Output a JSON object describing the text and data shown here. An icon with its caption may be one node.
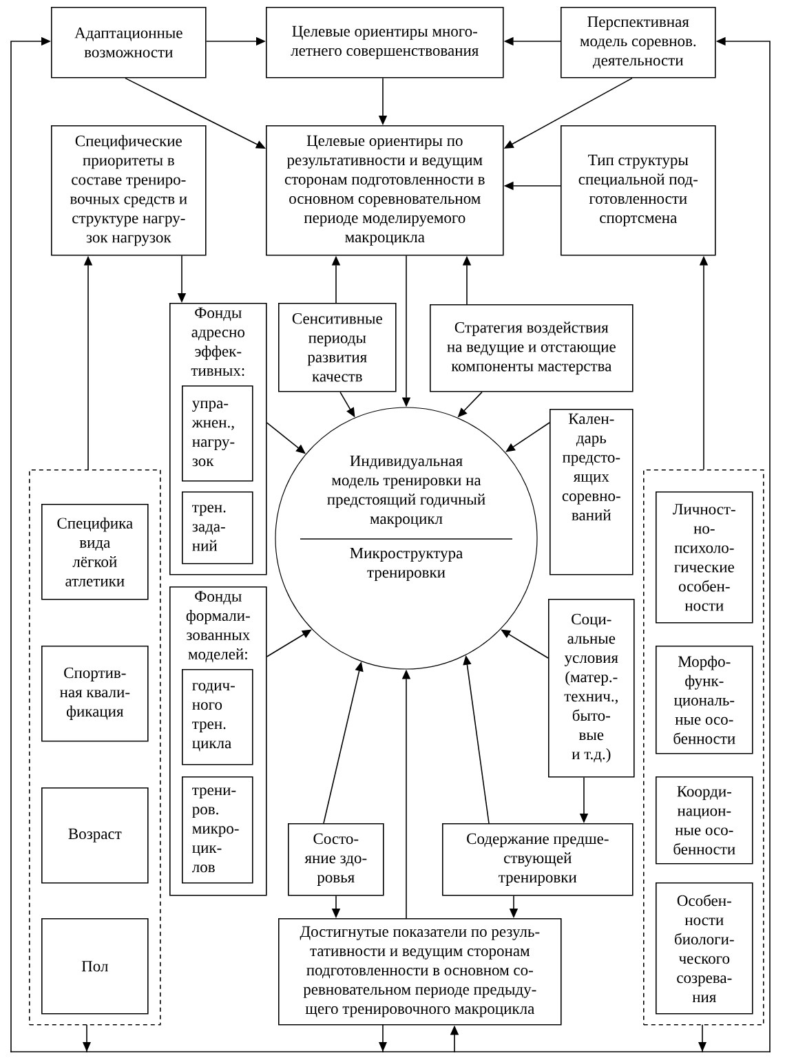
{
  "diagram": {
    "nodes": [
      {
        "text": [
          "Адаптационные возможности"
        ]
      },
      {
        "text": [
          "Целевые ориентиры много- летнего совершенствования"
        ]
      },
      {
        "text": [
          "Перспективная модель соревнов. деятельности"
        ]
      },
      {
        "text": [
          "Специфические приоритеты в составе трениро- вочных средств и структуре нагру- зок нагрузок"
        ]
      },
      {
        "text": [
          "Целевые ориентиры по результативности и ведущим сторонам подготовленности в основном соревновательном периоде моделируемого макроцикла"
        ]
      },
      {
        "text": [
          "Тип структуры специальной под- готовленности спортсмена"
        ]
      },
      {
        "text": [
          "Фонды адресно эффек- тивных:"
        ]
      },
      {
        "text": [
          "упра- жнен., нагру- зок"
        ],
        "in": 6
      },
      {
        "text": [
          "трен. зада- ний"
        ],
        "in": 6
      },
      {
        "text": [
          "Сенситивные периоды развития качеств"
        ]
      },
      {
        "text": [
          "Стратегия воздействия на ведущие и отстающие компоненты мастерства"
        ]
      },
      {
        "text": [
          "Индивидуальная модель тренировки на предстоящий годичный макроцикл",
          "Микроструктура тренировки"
        ]
      },
      {
        "text": [
          "Кален- дарь предсто- ящих соревно- ваний"
        ]
      },
      {
        "text": [],
        "shape": "box"
      },
      {
        "text": [
          "Специфика вида лёгкой атлетики"
        ],
        "in": 13
      },
      {
        "text": [
          "Спортив- ная квали- фикация"
        ],
        "in": 13
      },
      {
        "text": [
          "Возраст"
        ],
        "in": 13
      },
      {
        "text": [
          "Пол"
        ],
        "in": 13
      },
      {
        "text": [],
        "shape": "box"
      },
      {
        "text": [
          "Личност- но- психоло- гические особен- ности"
        ],
        "in": 18
      },
      {
        "text": [
          "Морфо- функ- циональ- ные осо- бенности"
        ],
        "in": 18
      },
      {
        "text": [
          "Коорди- национ- ные осо- бенности"
        ],
        "in": 18
      },
      {
        "text": [
          "Особен- ности биологи- ческого созрева- ния"
        ],
        "in": 18
      },
      {
        "text": [
          "Фонды формали- зованных моделей:"
        ]
      },
      {
        "text": [
          "годич- ного трен. цикла"
        ],
        "in": 23
      },
      {
        "text": [
          "трени- ров. микро- цик- лов"
        ],
        "in": 23
      },
      {
        "text": [
          "Соци- альные условия (матер.- технич., быто- вые и т.д.)"
        ]
      },
      {
        "text": [
          "Состо- яние здо- ровья"
        ]
      },
      {
        "text": [
          "Содержание предше- ствующей тренировки"
        ]
      },
      {
        "text": [
          "Достигнутые показатели по резуль- тативности и ведущим сторонам подготовленности в основном со- ревновательном периоде предыду- щего тренировочного макроцикла"
        ]
      }
    ],
    "edges": [
      {
        "from": 0,
        "to": 1,
        "arrow": "to"
      },
      {
        "from": 2,
        "to": 1,
        "arrow": "to"
      },
      {
        "from": 1,
        "to": 4,
        "arrow": "to"
      },
      {
        "from": 0,
        "to": 4,
        "arrow": "to"
      },
      {
        "from": 2,
        "to": 4,
        "arrow": "to"
      },
      {
        "from": 5,
        "to": 4,
        "arrow": "to"
      },
      {
        "from": 13,
        "to": 3,
        "arrow": "to"
      },
      {
        "from": 3,
        "to": 6,
        "arrow": "to"
      },
      {
        "from": 9,
        "to": 4,
        "arrow": "to"
      },
      {
        "from": 4,
        "to": 11,
        "arrow": "to"
      },
      {
        "from": 10,
        "to": 4,
        "arrow": "to"
      },
      {
        "from": 18,
        "to": 5,
        "arrow": "to"
      },
      {
        "from": 9,
        "to": 11,
        "arrow": "to"
      },
      {
        "from": 10,
        "to": 11,
        "arrow": "to"
      },
      {
        "from": 12,
        "to": 11,
        "arrow": "to"
      },
      {
        "from": 6,
        "to": 11,
        "arrow": "to"
      },
      {
        "from": 23,
        "to": 11,
        "arrow": "to"
      },
      {
        "from": 26,
        "to": 11,
        "arrow": "to"
      },
      {
        "from": 26,
        "to": 28,
        "arrow": "to"
      },
      {
        "from": 27,
        "to": 11,
        "arrow": "to"
      },
      {
        "from": 28,
        "to": 11,
        "arrow": "to"
      },
      {
        "from": 27,
        "to": 29,
        "arrow": "to"
      },
      {
        "from": 28,
        "to": 29,
        "arrow": "to"
      },
      {
        "from": 29,
        "to": 11,
        "arrow": "to"
      },
      {
        "from": 13,
        "to": 0,
        "arrow": "to"
      },
      {
        "from": 13,
        "to": 2,
        "arrow": "to"
      },
      {
        "from": 13,
        "to": 29,
        "arrow": "to"
      },
      {
        "from": 29,
        "to": 0,
        "arrow": "to"
      },
      {
        "from": 29,
        "to": 2,
        "arrow": "to"
      },
      {
        "from": 18,
        "to": 0,
        "arrow": "to"
      },
      {
        "from": 18,
        "to": 2,
        "arrow": "to"
      },
      {
        "from": 18,
        "to": 29,
        "arrow": "to"
      }
    ]
  }
}
